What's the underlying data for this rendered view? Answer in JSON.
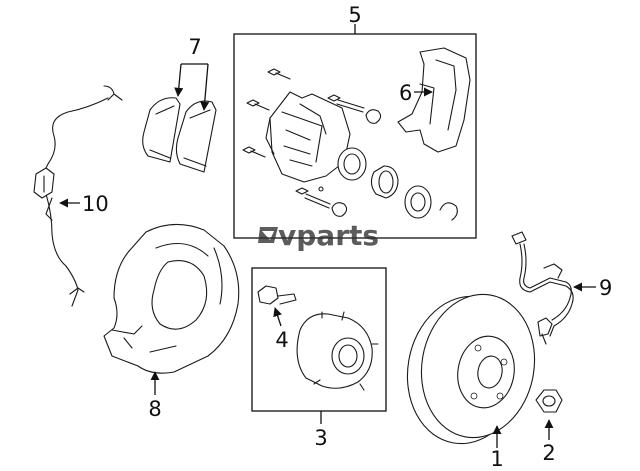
{
  "callouts": {
    "c1": "1",
    "c2": "2",
    "c3": "3",
    "c4": "4",
    "c5": "5",
    "c6": "6",
    "c7": "7",
    "c8": "8",
    "c9": "9",
    "c10": "10"
  },
  "watermark": {
    "text": "vparts"
  }
}
